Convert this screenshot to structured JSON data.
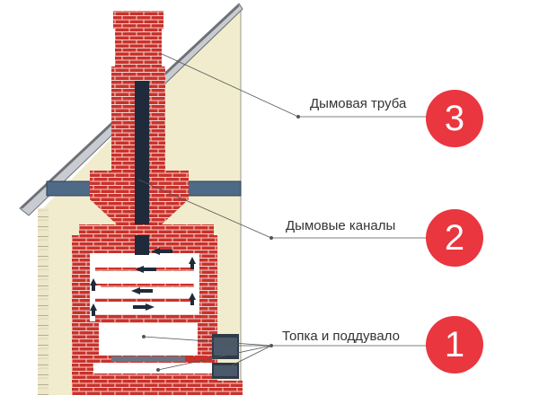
{
  "labels": [
    {
      "number": "3",
      "text": "Дымовая труба"
    },
    {
      "number": "2",
      "text": "Дымовые каналы"
    },
    {
      "number": "1",
      "text": "Топка и поддувало"
    }
  ],
  "colors": {
    "brick": "#c9322b",
    "mortar": "#f2d2cf",
    "wall": "#f1eccd",
    "roof": "#c8cbd0",
    "log": "#e9e3c6",
    "smoke_channel": "#1f2a3a",
    "badge": "#e9363f"
  },
  "icons": [
    "smoke-arrow-icon"
  ]
}
